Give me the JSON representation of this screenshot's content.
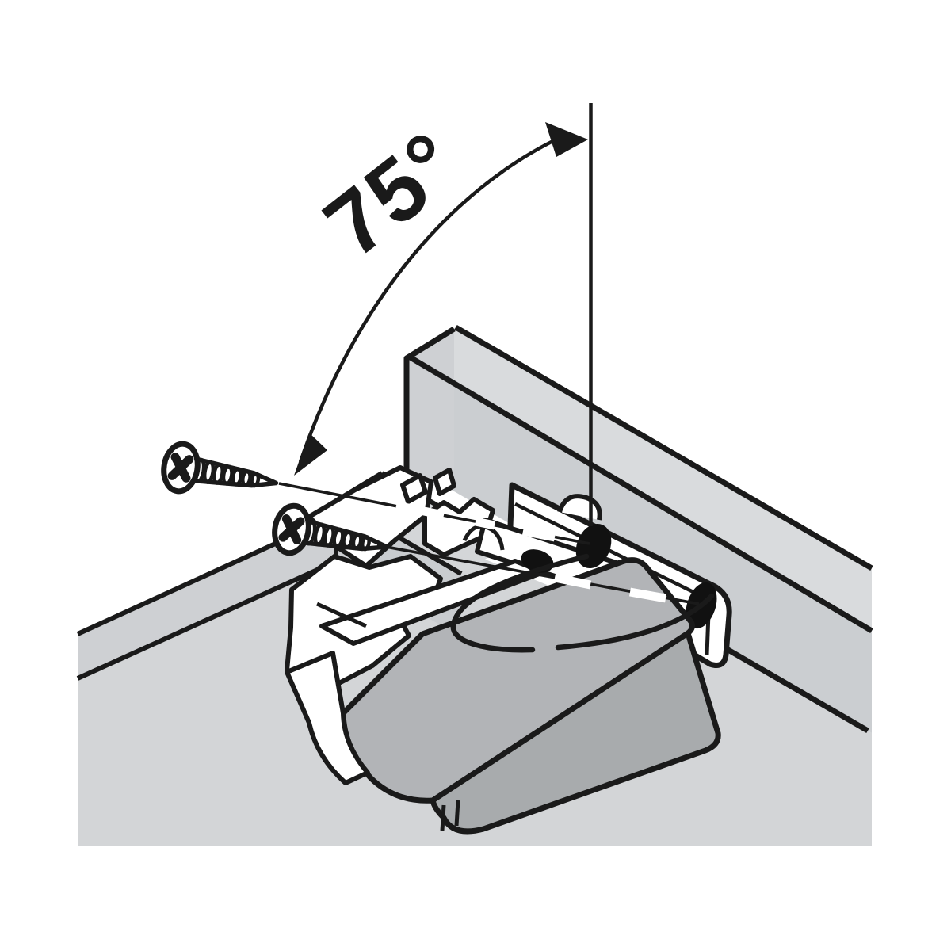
{
  "annotation": {
    "angle_label": "75°",
    "angle_value": 75,
    "angle_unit": "degrees",
    "angle_description": "Screw-driving angle between the screw axis and the vertical reference line"
  },
  "diagram": {
    "type": "technical-installation-illustration",
    "subject": "Mounting a hinge plate to a cabinet panel: drive both screws in at a 75° angle",
    "screw_count": 2,
    "screw_hole_count": 2,
    "parts": {
      "panel": "cabinet panel (light gray, isometric view)",
      "side_rail": "raised panel edge / side rail",
      "mounting_plate": "white mounting plate with two oblong screw holes",
      "hinge_assembly": "white hinge arm assembly",
      "hinge_block": "gray hinge block (door side)",
      "screws": "two countersunk Phillips-head screws",
      "reference_line": "vertical reference (dimension) line",
      "angle_arc": "angle arc with two arrowheads"
    }
  },
  "colors": {
    "background": "#ffffff",
    "outline": "#1a1a1a",
    "hole_black": "#111111",
    "panel_light": "#d3d5d7",
    "panel_mid": "#cbced1",
    "panel_edge": "#ced0d3",
    "wall_top": "#d9dbdd",
    "rail_top": "#d4d6d8",
    "rail_front": "#c9cccf",
    "block_top": "#b2b4b7",
    "block_front": "#a8abad",
    "part_white": "#ffffff"
  }
}
